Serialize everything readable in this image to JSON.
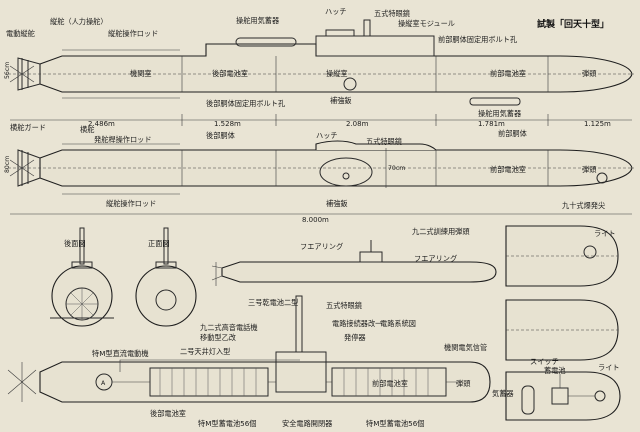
{
  "title": "試製「回天十型」",
  "top_view": {
    "labels": {
      "hatch": "ハッチ",
      "periscope": "五式特眼鏡",
      "steering_air": "操舵用気蓄器",
      "rudder": "縦舵（人力操舵）",
      "elec_rudder": "電動縦舵",
      "rudder_rod": "縦舵操作ロッド",
      "engine_room": "機関室",
      "rear_battery": "後部電池室",
      "pilot_module": "操縦室モジュール",
      "pilot_room": "操縦室",
      "fwd_bolt": "前部胴体固定用ボルト孔",
      "rear_bolt": "後部胴体固定用ボルト孔",
      "bulkhead": "補強鈑",
      "front_battery": "前部電池室",
      "warhead": "弾頭",
      "steering_air2": "操舵用気蓄器"
    },
    "height_label": "56cm"
  },
  "dimensions": {
    "seg1": "2.486m",
    "seg2": "1.528m",
    "seg3": "2.08m",
    "seg4": "1.781m",
    "seg5": "1.125m",
    "total": "8.000m"
  },
  "side_view": {
    "labels": {
      "guard": "横舵ガード",
      "h_rudder": "横舵",
      "elevator_rod": "発舵桿操作ロッド",
      "rear_body": "後部胴体",
      "hatch": "ハッチ",
      "periscope": "五式特眼鏡",
      "front_body": "前部胴体",
      "front_battery": "前部電池室",
      "warhead": "弾頭",
      "rudder_rod": "縦舵操作ロッド",
      "bulkhead": "補強鈑",
      "fuze": "九十式爆発尖"
    },
    "height_label": "80cm",
    "hatch_dim": "70cm"
  },
  "small_views": {
    "rear_view": "後面図",
    "front_view": "正面図"
  },
  "bottom": {
    "fairlead1": "フエアリング",
    "fairlead2": "フエアリング",
    "training_head": "九二式訓練用弾頭",
    "light1": "ライト",
    "circuit_title": "電路系統図",
    "labels": {
      "battery_type": "三号乾電池二型",
      "periscope": "五式特眼鏡",
      "telephone": "九二式高音電話機",
      "telephone2": "移動型乙改",
      "switch_change": "電路接続器改一",
      "generator": "発停器",
      "lamp": "二号天井灯入型",
      "motor": "特M型直流電動機",
      "signal": "機関電気信管",
      "fwd_battery": "前部電池室",
      "warhead": "弾頭",
      "rear_battery": "後部電池室",
      "m_battery1": "特M型蓄電池56個",
      "safety": "安全電路開閉器",
      "m_battery2": "特M型蓄電池56個",
      "switch": "スイッチ",
      "accum_battery": "蓄電池",
      "light2": "ライト",
      "air_tank": "気蓄器"
    }
  }
}
